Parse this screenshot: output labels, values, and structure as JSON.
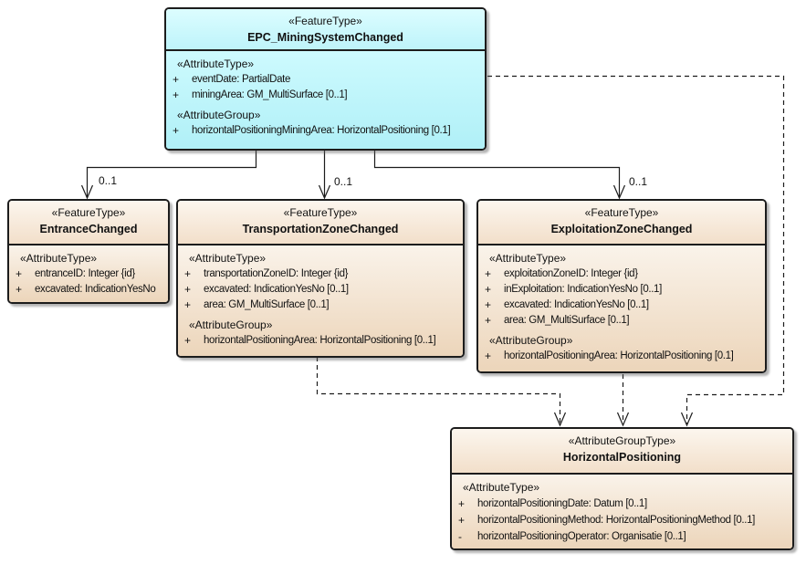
{
  "palette": {
    "feature_box_fill": "#c9f8fe",
    "neutral_box_fill": "#f4e2cd",
    "line_color": "#1c1c1c",
    "background": "#ffffff"
  },
  "classes": [
    {
      "key": "epc-mining-system-changed",
      "stereotype": "«FeatureType»",
      "name": "EPC_MiningSystemChanged",
      "sections": [
        {
          "header": "«AttributeType»",
          "rows": [
            {
              "vis": "+",
              "text": "eventDate: PartialDate"
            },
            {
              "vis": "+",
              "text": "miningArea: GM_MultiSurface [0..1]"
            }
          ]
        },
        {
          "header": "«AttributeGroup»",
          "rows": [
            {
              "vis": "+",
              "text": "horizontalPositioningMiningArea: HorizontalPositioning [0.1]"
            }
          ]
        }
      ]
    },
    {
      "key": "entrance-changed",
      "stereotype": "«FeatureType»",
      "name": "EntranceChanged",
      "sections": [
        {
          "header": "«AttributeType»",
          "rows": [
            {
              "vis": "+",
              "text": "entranceID: Integer {id}"
            },
            {
              "vis": "+",
              "text": "excavated: IndicationYesNo"
            }
          ]
        }
      ]
    },
    {
      "key": "transportation-zone-changed",
      "stereotype": "«FeatureType»",
      "name": "TransportationZoneChanged",
      "sections": [
        {
          "header": "«AttributeType»",
          "rows": [
            {
              "vis": "+",
              "text": "transportationZoneID: Integer {id}"
            },
            {
              "vis": "+",
              "text": "excavated: IndicationYesNo [0..1]"
            },
            {
              "vis": "+",
              "text": "area: GM_MultiSurface [0..1]"
            }
          ]
        },
        {
          "header": "«AttributeGroup»",
          "rows": [
            {
              "vis": "+",
              "text": "horizontalPositioningArea: HorizontalPositioning [0..1]"
            }
          ]
        }
      ]
    },
    {
      "key": "exploitation-zone-changed",
      "stereotype": "«FeatureType»",
      "name": "ExploitationZoneChanged",
      "sections": [
        {
          "header": "«AttributeType»",
          "rows": [
            {
              "vis": "+",
              "text": "exploitationZoneID: Integer {id}"
            },
            {
              "vis": "+",
              "text": "inExploitation: IndicationYesNo [0..1]"
            },
            {
              "vis": "+",
              "text": "excavated: IndicationYesNo [0..1]"
            },
            {
              "vis": "+",
              "text": "area: GM_MultiSurface [0..1]"
            }
          ]
        },
        {
          "header": "«AttributeGroup»",
          "rows": [
            {
              "vis": "+",
              "text": "horizontalPositioningArea: HorizontalPositioning [0.1]"
            }
          ]
        }
      ]
    },
    {
      "key": "horizontal-positioning",
      "stereotype": "«AttributeGroupType»",
      "name": "HorizontalPositioning",
      "sections": [
        {
          "header": "«AttributeType»",
          "rows": [
            {
              "vis": "+",
              "text": "horizontalPositioningDate: Datum [0..1]"
            },
            {
              "vis": "+",
              "text": "horizontalPositioningMethod: HorizontalPositioningMethod [0..1]"
            },
            {
              "vis": "-",
              "text": "horizontalPositioningOperator: Organisatie [0..1]"
            }
          ]
        }
      ]
    }
  ],
  "connectors": {
    "labels": [
      {
        "text": "0..1"
      },
      {
        "text": "0..1"
      },
      {
        "text": "0..1"
      }
    ]
  }
}
